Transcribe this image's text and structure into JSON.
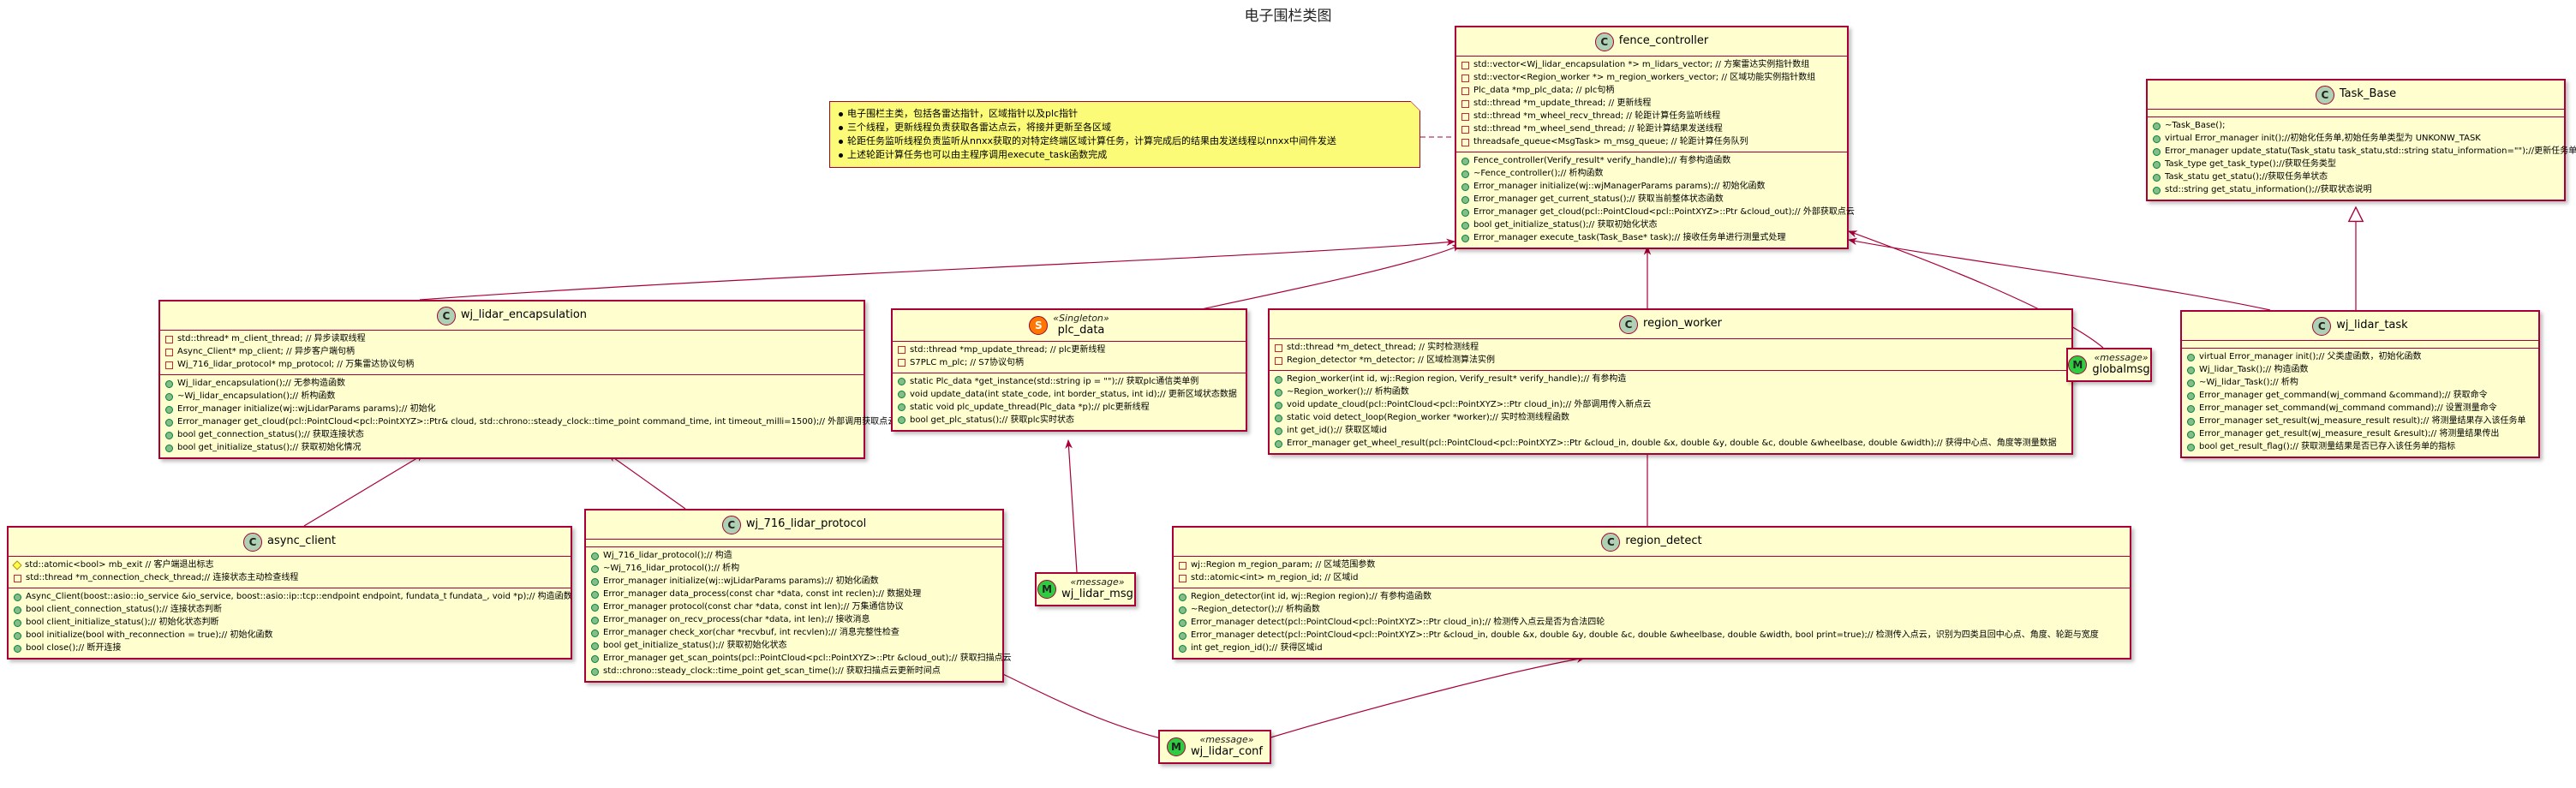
{
  "title": "电子围栏类图",
  "note": [
    "电子围栏主类，包括各雷达指针，区域指针以及plc指针",
    "三个线程，更新线程负责获取各雷达点云，将接并更新至各区域",
    "轮距任务监听线程负责监听从nnxx获取的对特定终端区域计算任务，计算完成后的结果由发送线程以nnxx中间件发送",
    "上述轮距计算任务也可以由主程序调用execute_task函数完成"
  ],
  "classes": {
    "fence_controller": {
      "name": "fence_controller",
      "icon": "C",
      "stereo": "",
      "fields": [
        {
          "vis": "private",
          "text": "std::vector<Wj_lidar_encapsulation *> m_lidars_vector; // 方案雷达实例指针数组"
        },
        {
          "vis": "private",
          "text": "std::vector<Region_worker *> m_region_workers_vector;  // 区域功能实例指针数组"
        },
        {
          "vis": "private",
          "text": "Plc_data *mp_plc_data; // plc句柄"
        },
        {
          "vis": "private",
          "text": "std::thread *m_update_thread; // 更新线程"
        },
        {
          "vis": "private",
          "text": "std::thread *m_wheel_recv_thread;     // 轮距计算任务监听线程"
        },
        {
          "vis": "private",
          "text": "std::thread *m_wheel_send_thread;     // 轮距计算结果发送线程"
        },
        {
          "vis": "private",
          "text": "threadsafe_queue<MsgTask> m_msg_queue; // 轮距计算任务队列"
        }
      ],
      "methods": [
        {
          "vis": "public",
          "text": "Fence_controller(Verify_result* verify_handle);// 有参构造函数"
        },
        {
          "vis": "public",
          "text": "~Fence_controller();// 析构函数"
        },
        {
          "vis": "public",
          "text": "Error_manager initialize(wj::wjManagerParams params);// 初始化函数"
        },
        {
          "vis": "public",
          "text": "Error_manager get_current_status();// 获取当前整体状态函数"
        },
        {
          "vis": "public",
          "text": "Error_manager get_cloud(pcl::PointCloud<pcl::PointXYZ>::Ptr &cloud_out);// 外部获取点云"
        },
        {
          "vis": "public",
          "text": "bool get_initialize_status();// 获取初始化状态"
        },
        {
          "vis": "public",
          "text": "Error_manager execute_task(Task_Base* task);// 接收任务单进行测量式处理"
        }
      ]
    },
    "task_base": {
      "name": "Task_Base",
      "icon": "C",
      "stereo": "",
      "fields": [],
      "methods": [
        {
          "vis": "public",
          "text": "~Task_Base();"
        },
        {
          "vis": "public",
          "text": "virtual Error_manager init();//初始化任务单,初始任务单类型为 UNKONW_TASK"
        },
        {
          "vis": "public",
          "text": "Error_manager update_statu(Task_statu task_statu,std::string statu_information=\"\");//更新任务单"
        },
        {
          "vis": "public",
          "text": "Task_type   get_task_type();//获取任务类型"
        },
        {
          "vis": "public",
          "text": "Task_statu  get_statu();//获取任务单状态"
        },
        {
          "vis": "public",
          "text": "std::string get_statu_information();//获取状态说明"
        }
      ]
    },
    "wj_lidar_encapsulation": {
      "name": "wj_lidar_encapsulation",
      "icon": "C",
      "stereo": "",
      "fields": [
        {
          "vis": "private",
          "text": "std::thread* m_client_thread; // 异步读取线程"
        },
        {
          "vis": "private",
          "text": "Async_Client* mp_client; // 异步客户端句柄"
        },
        {
          "vis": "private",
          "text": "Wj_716_lidar_protocol* mp_protocol; // 万集雷达协议句柄"
        }
      ],
      "methods": [
        {
          "vis": "public",
          "text": "Wj_lidar_encapsulation();// 无参构造函数"
        },
        {
          "vis": "public",
          "text": "~Wj_lidar_encapsulation();// 析构函数"
        },
        {
          "vis": "public",
          "text": "Error_manager initialize(wj::wjLidarParams params);// 初始化"
        },
        {
          "vis": "public",
          "text": "Error_manager get_cloud(pcl::PointCloud<pcl::PointXYZ>::Ptr& cloud, std::chrono::steady_clock::time_point command_time, int timeout_milli=1500);// 外部调用获取点云"
        },
        {
          "vis": "public",
          "text": "bool get_connection_status();// 获取连接状态"
        },
        {
          "vis": "public",
          "text": "bool get_initialize_status();// 获取初始化情况"
        }
      ]
    },
    "plc_data": {
      "name": "plc_data",
      "icon": "S",
      "stereo": "«Singleton»",
      "fields": [
        {
          "vis": "private",
          "text": "std::thread *mp_update_thread; // plc更新线程"
        },
        {
          "vis": "private",
          "text": "S7PLC m_plc; // S7协议句柄"
        }
      ],
      "methods": [
        {
          "vis": "public",
          "text": "static Plc_data *get_instance(std::string ip = \"\");// 获取plc通信类单例"
        },
        {
          "vis": "public",
          "text": "void update_data(int state_code, int border_status, int id);// 更新区域状态数据"
        },
        {
          "vis": "public",
          "text": "static void plc_update_thread(Plc_data *p);// plc更新线程"
        },
        {
          "vis": "public",
          "text": "bool get_plc_status();// 获取plc实时状态"
        }
      ]
    },
    "region_worker": {
      "name": "region_worker",
      "icon": "C",
      "stereo": "",
      "fields": [
        {
          "vis": "private",
          "text": "std::thread *m_detect_thread; // 实时检测线程"
        },
        {
          "vis": "private",
          "text": "Region_detector *m_detector; // 区域检测算法实例"
        }
      ],
      "methods": [
        {
          "vis": "public",
          "text": "Region_worker(int id, wj::Region region, Verify_result* verify_handle);// 有参构造"
        },
        {
          "vis": "public",
          "text": "~Region_worker();// 析构函数"
        },
        {
          "vis": "public",
          "text": "void update_cloud(pcl::PointCloud<pcl::PointXYZ>::Ptr cloud_in);// 外部调用传入新点云"
        },
        {
          "vis": "public",
          "text": "static void detect_loop(Region_worker *worker);// 实时检测线程函数"
        },
        {
          "vis": "public",
          "text": "int get_id();// 获取区域id"
        },
        {
          "vis": "public",
          "text": "Error_manager get_wheel_result(pcl::PointCloud<pcl::PointXYZ>::Ptr &cloud_in, double &x, double &y, double &c, double &wheelbase, double &width);// 获得中心点、角度等测量数据"
        }
      ]
    },
    "globalmsg": {
      "name": "globalmsg",
      "icon": "M",
      "stereo": "«message»",
      "fields": [],
      "methods": []
    },
    "wj_lidar_task": {
      "name": "wj_lidar_task",
      "icon": "C",
      "stereo": "",
      "fields": [],
      "methods": [
        {
          "vis": "public",
          "text": "virtual Error_manager init();// 父类虚函数，初始化函数"
        },
        {
          "vis": "public",
          "text": "Wj_lidar_Task();// 构造函数"
        },
        {
          "vis": "public",
          "text": "~Wj_lidar_Task();// 析构"
        },
        {
          "vis": "public",
          "text": "Error_manager get_command(wj_command &command);// 获取命令"
        },
        {
          "vis": "public",
          "text": "Error_manager set_command(wj_command command);// 设置测量命令"
        },
        {
          "vis": "public",
          "text": "Error_manager set_result(wj_measure_result result);// 将测量结果存入该任务单"
        },
        {
          "vis": "public",
          "text": "Error_manager get_result(wj_measure_result &result);// 将测量结果传出"
        },
        {
          "vis": "public",
          "text": "bool get_result_flag();// 获取测量结果是否已存入该任务单的指标"
        }
      ]
    },
    "async_client": {
      "name": "async_client",
      "icon": "C",
      "stereo": "",
      "fields": [
        {
          "vis": "protected",
          "text": "std::atomic<bool> mb_exit // 客户端退出标志"
        },
        {
          "vis": "private",
          "text": "std::thread *m_connection_check_thread;// 连接状态主动检查线程"
        }
      ],
      "methods": [
        {
          "vis": "public",
          "text": "Async_Client(boost::asio::io_service &io_service, boost::asio::ip::tcp::endpoint endpoint, fundata_t fundata_, void *p);// 构造函数"
        },
        {
          "vis": "public",
          "text": "bool client_connection_status();// 连接状态判断"
        },
        {
          "vis": "public",
          "text": "bool client_initialize_status();// 初始化状态判断"
        },
        {
          "vis": "public",
          "text": "bool initialize(bool with_reconnection = true);// 初始化函数"
        },
        {
          "vis": "public",
          "text": "bool close();// 断开连接"
        }
      ]
    },
    "wj_716_lidar_protocol": {
      "name": "wj_716_lidar_protocol",
      "icon": "C",
      "stereo": "",
      "fields": [],
      "methods": [
        {
          "vis": "public",
          "text": "Wj_716_lidar_protocol();// 构造"
        },
        {
          "vis": "public",
          "text": "~Wj_716_lidar_protocol();// 析构"
        },
        {
          "vis": "public",
          "text": "Error_manager initialize(wj::wjLidarParams params);// 初始化函数"
        },
        {
          "vis": "public",
          "text": "Error_manager data_process(const char *data, const int reclen);// 数据处理"
        },
        {
          "vis": "public",
          "text": "Error_manager protocol(const char *data, const int len);// 万集通信协议"
        },
        {
          "vis": "public",
          "text": "Error_manager on_recv_process(char *data, int len);// 接收消息"
        },
        {
          "vis": "public",
          "text": "Error_manager check_xor(char *recvbuf, int recvlen);// 消息完整性检查"
        },
        {
          "vis": "public",
          "text": "bool get_initialize_status();// 获取初始化状态"
        },
        {
          "vis": "public",
          "text": "Error_manager get_scan_points(pcl::PointCloud<pcl::PointXYZ>::Ptr &cloud_out);// 获取扫描点云"
        },
        {
          "vis": "public",
          "text": "std::chrono::steady_clock::time_point get_scan_time();// 获取扫描点云更新时间点"
        }
      ]
    },
    "wj_lidar_msg": {
      "name": "wj_lidar_msg",
      "icon": "M",
      "stereo": "«message»",
      "fields": [],
      "methods": []
    },
    "region_detect": {
      "name": "region_detect",
      "icon": "C",
      "stereo": "",
      "fields": [
        {
          "vis": "private",
          "text": "wj::Region m_region_param; // 区域范围参数"
        },
        {
          "vis": "private",
          "text": "std::atomic<int> m_region_id; // 区域id"
        }
      ],
      "methods": [
        {
          "vis": "public",
          "text": "Region_detector(int id, wj::Region region);// 有参构造函数"
        },
        {
          "vis": "public",
          "text": "~Region_detector();// 析构函数"
        },
        {
          "vis": "public",
          "text": "Error_manager detect(pcl::PointCloud<pcl::PointXYZ>::Ptr cloud_in);// 检测传入点云是否为合法四轮"
        },
        {
          "vis": "public",
          "text": "Error_manager detect(pcl::PointCloud<pcl::PointXYZ>::Ptr &cloud_in, double &x, double &y, double &c, double &wheelbase, double &width, bool print=true);// 检测传入点云，识别为四类且回中心点、角度、轮距与宽度"
        },
        {
          "vis": "public",
          "text": "int get_region_id();// 获得区域id"
        }
      ]
    },
    "wj_lidar_conf": {
      "name": "wj_lidar_conf",
      "icon": "M",
      "stereo": "«message»",
      "fields": [],
      "methods": []
    }
  }
}
